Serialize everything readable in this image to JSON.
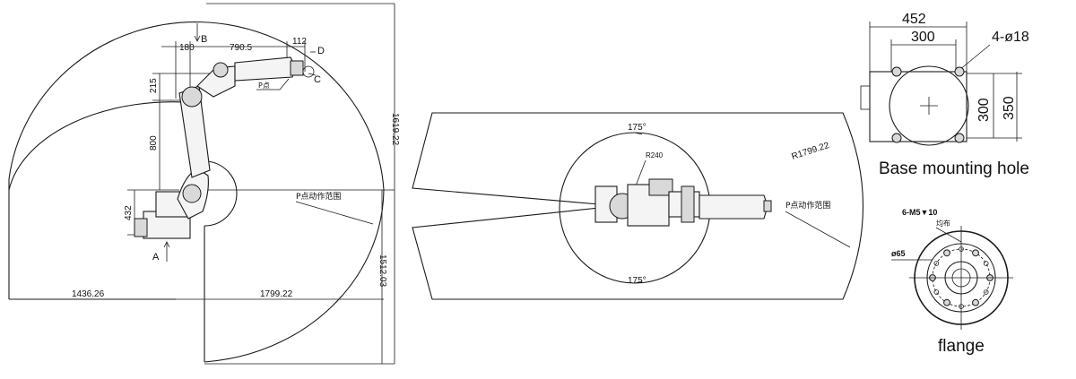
{
  "side_view": {
    "dim_top_180": "180",
    "marker_b": "B",
    "dim_top_790": "790.5",
    "dim_top_112": "112",
    "marker_d": "D",
    "marker_c": "C",
    "dim_left_215": "215",
    "dim_left_800": "800",
    "dim_left_432": "432",
    "p_point_label": "P点",
    "range_label": "P点动作范围",
    "marker_a": "A",
    "dim_bottom_left": "1436.26",
    "dim_bottom_right": "1799.22",
    "dim_right_top": "1619.22",
    "dim_right_bottom": "1512.03"
  },
  "top_view": {
    "angle_top": "175°",
    "angle_bottom": "175°",
    "radius_inner": "R240",
    "radius_outer": "R1799.22",
    "range_label": "P点动作范围"
  },
  "base_view": {
    "dim_452": "452",
    "dim_300_h": "300",
    "hole_spec": "4-ø18",
    "dim_300_v": "300",
    "dim_350": "350",
    "caption": "Base mounting hole"
  },
  "flange_view": {
    "thread_spec": "6-M5▼10",
    "thread_note": "均布",
    "dia_label": "ø65",
    "caption": "flange"
  }
}
